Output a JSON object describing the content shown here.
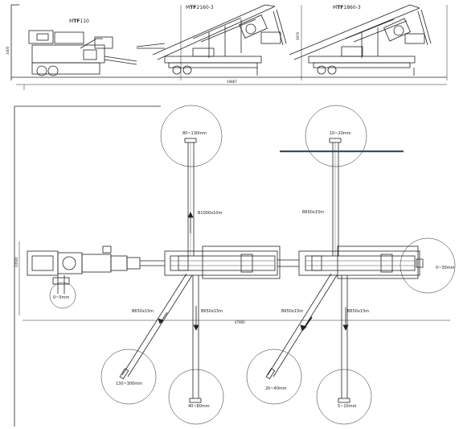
{
  "elevation": {
    "machines": [
      {
        "model_prefix": "M",
        "model_bold": "TF",
        "model_suffix": "110"
      },
      {
        "model_prefix": "M",
        "model_bold": "TF",
        "model_suffix": "2160-3"
      },
      {
        "model_prefix": "M",
        "model_bold": "TF",
        "model_suffix": "1860-3"
      }
    ],
    "overall_length": "19867",
    "height_dims": [
      "3400",
      "3970"
    ]
  },
  "plan": {
    "conveyor_lengths": [
      "B1000x10m",
      "B650x15m",
      "B650x15m",
      "B650x15m",
      "B650x15m",
      "B650x15m"
    ],
    "output_ranges": [
      "80~130mm",
      "10~20mm",
      "0~5mm",
      "0~30mm",
      "130~300mm",
      "40~80mm",
      "20~40mm",
      "5~10mm"
    ],
    "overall_length": "47800",
    "overall_width": "24500"
  },
  "colors": {
    "line": "#222222",
    "accent": "#3f4f5f",
    "paper": "#ffffff"
  }
}
